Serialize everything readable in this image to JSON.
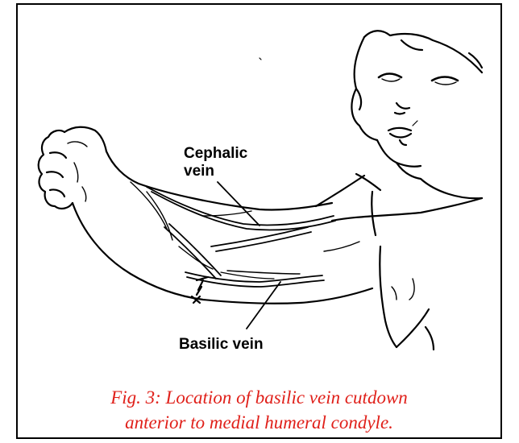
{
  "labels": {
    "cephalic_line1": "Cephalic",
    "cephalic_line2": "vein",
    "basilic": "Basilic vein"
  },
  "caption": {
    "line1": "Fig. 3: Location of basilic vein cutdown",
    "line2": "anterior to medial humeral condyle."
  },
  "colors": {
    "caption": "#e0201a",
    "ink": "#000000",
    "frame": "#000000",
    "background": "#ffffff"
  }
}
